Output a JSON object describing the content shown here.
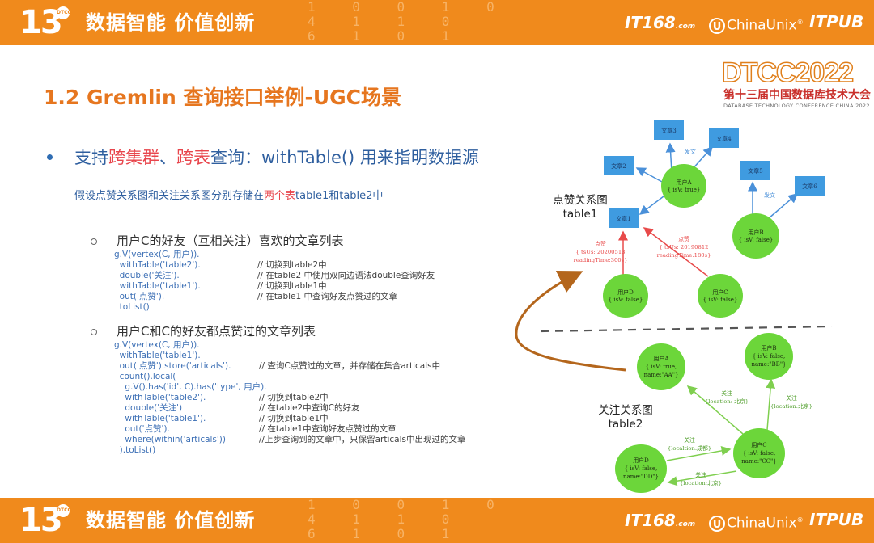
{
  "banner": {
    "logo_number": "13",
    "logo_badge": "DTCC",
    "slogan": "数据智能 价值创新",
    "sponsor_1": "IT168",
    "sponsor_1_suffix": ".com",
    "sponsor_2": "ChinaUnix",
    "sponsor_2_suffix": "®",
    "sponsor_3": "ITPUB",
    "digit_rows": [
      "1 0 0 1 0",
      "4 1 1 0",
      "6 1 0 1"
    ]
  },
  "dtcc_logo": {
    "big": "DTCC2022",
    "cn": "第十三届中国数据库技术大会",
    "en": "DATABASE TECHNOLOGY CONFERENCE CHINA 2022"
  },
  "slide": {
    "title": "1.2 Gremlin 查询接口举例-UGC场景",
    "lead_pre": "支持",
    "lead_hl1": "跨集群",
    "lead_sep": "、",
    "lead_hl2": "跨表",
    "lead_post": "查询：withTable() 用来指明数据源",
    "sub_pre": "假设点赞关系图和关注关系图分别存储在",
    "sub_hl": "两个表",
    "sub_post": "table1和table2中",
    "section1_title": "用户C的好友（互相关注）喜欢的文章列表",
    "section1_code": [
      "g.V(vertex(C, 用户)).",
      "  withTable('table2').",
      "  double('关注').",
      "  withTable('table1').",
      "  out('点赞').",
      "  toList()"
    ],
    "section1_comments": [
      "",
      "// 切换到table2中",
      "// 在table2 中使用双向边语法double查询好友",
      "// 切换到table1中",
      "// 在table1 中查询好友点赞过的文章",
      ""
    ],
    "section2_title": "用户C和C的好友都点赞过的文章列表",
    "section2_code": [
      "g.V(vertex(C, 用户)).",
      "  withTable('table1').",
      "  out('点赞').store('articals').",
      "  count().local(",
      "    g.V().has('id', C).has('type', 用户).",
      "    withTable('table2').",
      "    double('关注')",
      "    withTable('table1').",
      "    out('点赞').",
      "    where(within('articals'))",
      "  ).toList()"
    ],
    "section2_comments": [
      "",
      "",
      "// 查询C点赞过的文章，并存储在集合articals中",
      "",
      "",
      "// 切换到table2中",
      "// 在table2中查询C的好友",
      "// 切换到table1中",
      "// 在table1中查询好友点赞过的文章",
      "//上步查询到的文章中，只保留articals中出现过的文章",
      ""
    ]
  },
  "diagram": {
    "graph1_label_line1": "点赞关系图",
    "graph1_label_line2": "table1",
    "graph2_label_line1": "关注关系图",
    "graph2_label_line2": "table2",
    "articles": [
      "文章1",
      "文章2",
      "文章3",
      "文章4",
      "文章5",
      "文章6"
    ],
    "like_label_short": "发文",
    "g1_userA": [
      "用户A",
      "{ isV: true}"
    ],
    "g1_userB": [
      "用户B",
      "{ isV: false}"
    ],
    "g1_userC": [
      "用户C",
      "{ isV: false}"
    ],
    "g1_userD": [
      "用户D",
      "{ isV: false}"
    ],
    "edge_like_d": [
      "点赞",
      "{ tsUs: 20200513",
      "readingTime:300s}"
    ],
    "edge_like_c": [
      "点赞",
      "{ tsUs: 20190812",
      "readingTime:180s}"
    ],
    "g2_userA": [
      "用户A",
      "{ isV: true,",
      "name:\"AA\"}"
    ],
    "g2_userB": [
      "用户B",
      "{ isV: false,",
      "name:\"BB\"}"
    ],
    "g2_userC": [
      "用户C",
      "{ isV: false,",
      "name:\"CC\"}"
    ],
    "g2_userD": [
      "用户D",
      "{ isV: false,",
      "name:\"DD\"}"
    ],
    "follow_ca": [
      "关注",
      "{location: 北京}"
    ],
    "follow_cb": [
      "关注",
      "{location:北京}"
    ],
    "follow_dc": [
      "关注",
      "{localtion:成都}"
    ],
    "follow_cd": [
      "关注",
      "{location:北京}"
    ],
    "colors": {
      "article": "#3f9be0",
      "user": "#6cd63a",
      "edge_blue": "#4a90d9",
      "edge_red": "#e84a4a",
      "edge_green": "#7fcf4f",
      "curve": "#b4661c"
    }
  }
}
